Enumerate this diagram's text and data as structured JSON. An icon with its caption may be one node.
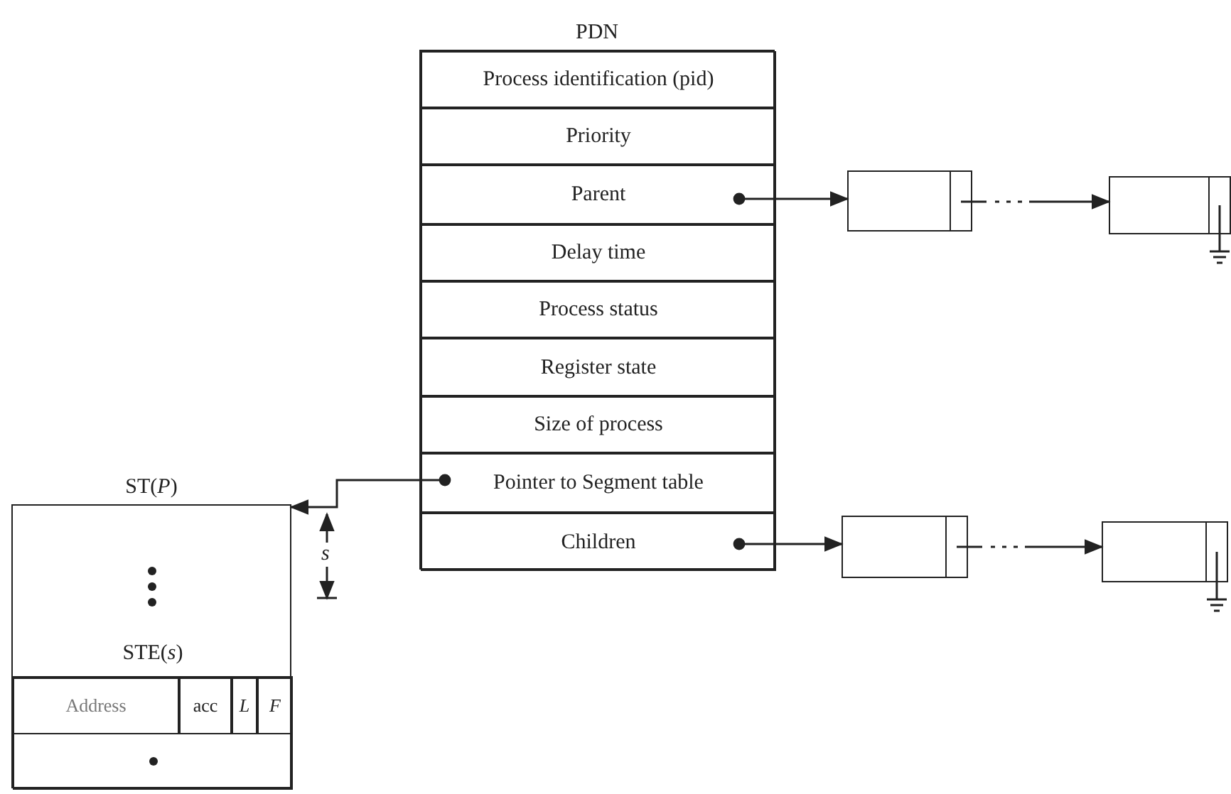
{
  "diagram": {
    "nodes": [
      {
        "text": [
          "PDN"
        ]
      },
      {
        "text": [
          "Process identification (pid)"
        ],
        "in": 0
      },
      {
        "text": [
          "Priority"
        ],
        "in": 0
      },
      {
        "text": [
          "Parent"
        ],
        "in": 0
      },
      {
        "text": [
          "Delay time"
        ],
        "in": 0
      },
      {
        "text": [
          "Process status"
        ],
        "in": 0
      },
      {
        "text": [
          "Register state"
        ],
        "in": 0
      },
      {
        "text": [
          "Size of process"
        ],
        "in": 0
      },
      {
        "text": [
          "Pointer to Segment table"
        ],
        "in": 0
      },
      {
        "text": [
          "Children"
        ],
        "in": 0
      },
      {
        "text": [
          "ST(*P*)"
        ]
      },
      {
        "text": [
          "STE(*s*)"
        ],
        "in": 10
      },
      {
        "text": [
          "Address"
        ],
        "in": 11
      },
      {
        "text": [
          "acc"
        ],
        "in": 11
      },
      {
        "text": [
          "L"
        ],
        "in": 11
      },
      {
        "text": [
          "F"
        ],
        "in": 11
      },
      {
        "text": [],
        "shape": "box",
        "in": 10
      },
      {
        "text": [],
        "shape": "box"
      },
      {
        "text": [],
        "shape": "box"
      },
      {
        "text": [],
        "shape": "box"
      },
      {
        "text": [],
        "shape": "box"
      }
    ],
    "edges": [
      {
        "from": 3,
        "to": 17,
        "arrow": "to"
      },
      {
        "from": 17,
        "to": 18,
        "arrow": "to",
        "style": "dashed"
      },
      {
        "from": 8,
        "to": 10,
        "arrow": "to"
      },
      {
        "from": 9,
        "to": 19,
        "arrow": "to"
      },
      {
        "from": 19,
        "to": 20,
        "arrow": "to",
        "style": "dashed"
      }
    ],
    "labels": [
      "s"
    ]
  }
}
